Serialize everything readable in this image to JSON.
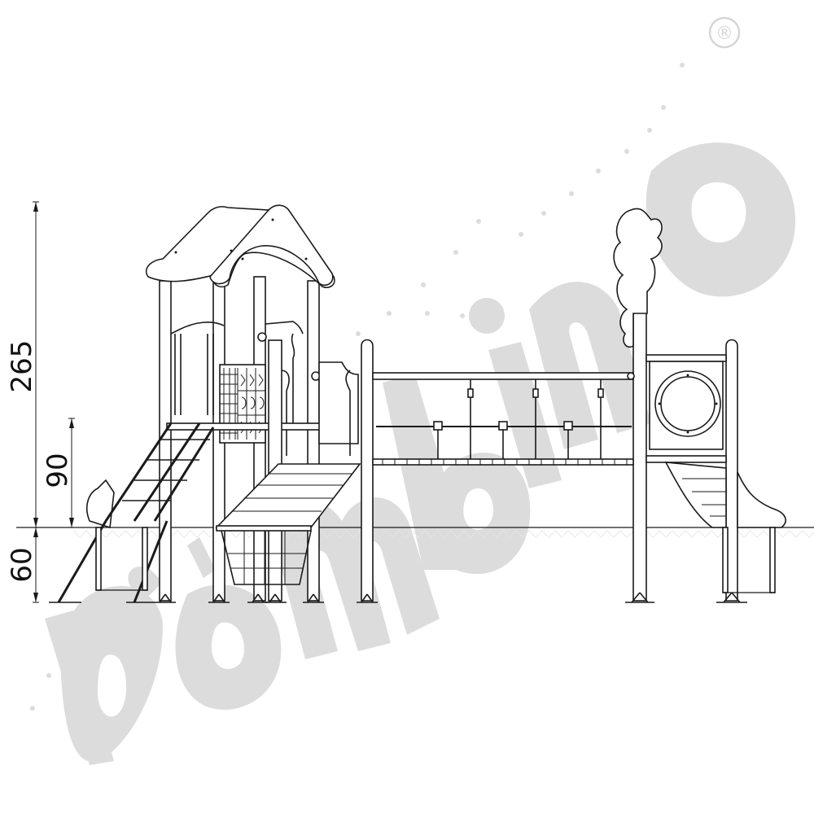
{
  "drawing": {
    "subject": "playground climbing structure with roof tower, net ladder, ramp, rope bridge, porthole tower and slide",
    "line_color": "#1a1a1a",
    "background": "#ffffff"
  },
  "dimensions": {
    "total_height": "265",
    "platform_height": "90",
    "foundation_depth": "60"
  },
  "watermark": {
    "text": "bambino",
    "color": "#d9d9d9",
    "registered_mark": "®"
  }
}
